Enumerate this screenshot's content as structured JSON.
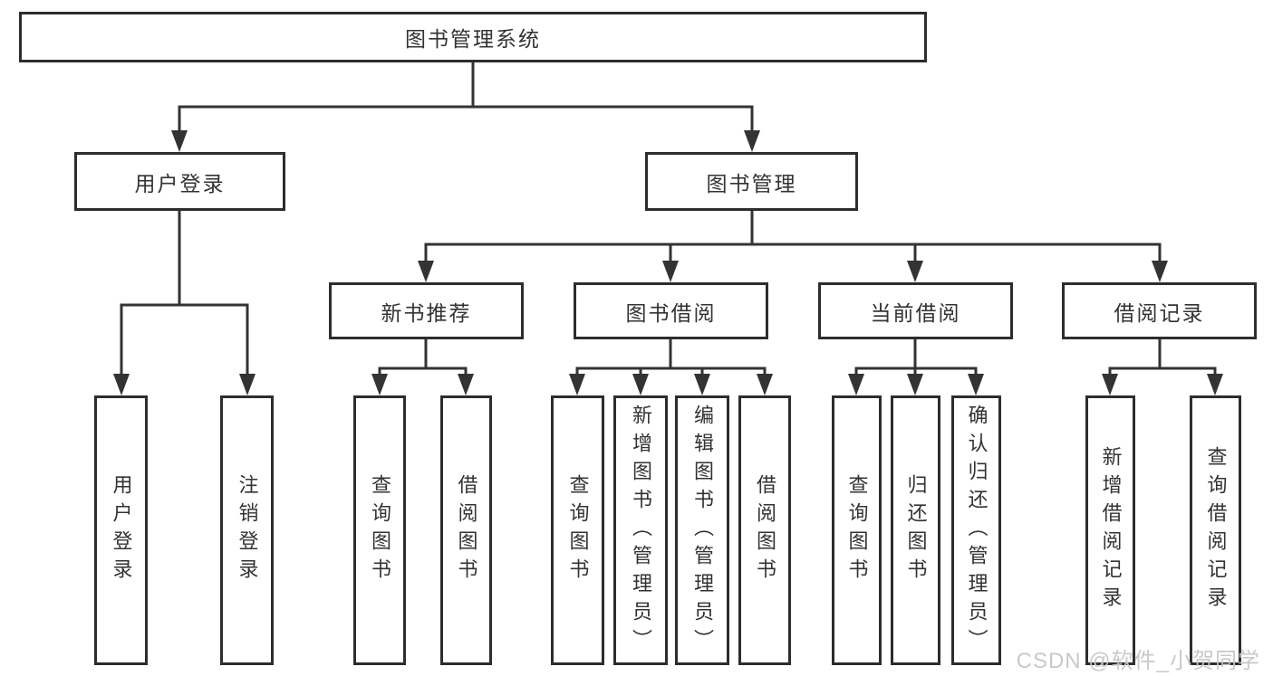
{
  "nodes": {
    "root": "图书管理系统",
    "l2": [
      "用户登录",
      "图书管理"
    ],
    "l3": [
      "新书推荐",
      "图书借阅",
      "当前借阅",
      "借阅记录"
    ]
  },
  "leaves": {
    "user_login": [
      "用户登录",
      "注销登录"
    ],
    "new_book": [
      "查询图书",
      "借阅图书"
    ],
    "book_borrow": [
      "查询图书",
      "新增图书（管理员）",
      "编辑图书（管理员）",
      "借阅图书"
    ],
    "current_borrow": [
      "查询图书",
      "归还图书",
      "确认归还（管理员）"
    ],
    "records": [
      "新增借阅记录",
      "查询借阅记录"
    ]
  },
  "watermark": {
    "text": "CSDN @软件_小贺同学",
    "color": "#c6c6c6"
  },
  "colors": {
    "line": "#333333",
    "box_border": "#2d2d2d",
    "text": "#333333",
    "background": "#ffffff"
  }
}
